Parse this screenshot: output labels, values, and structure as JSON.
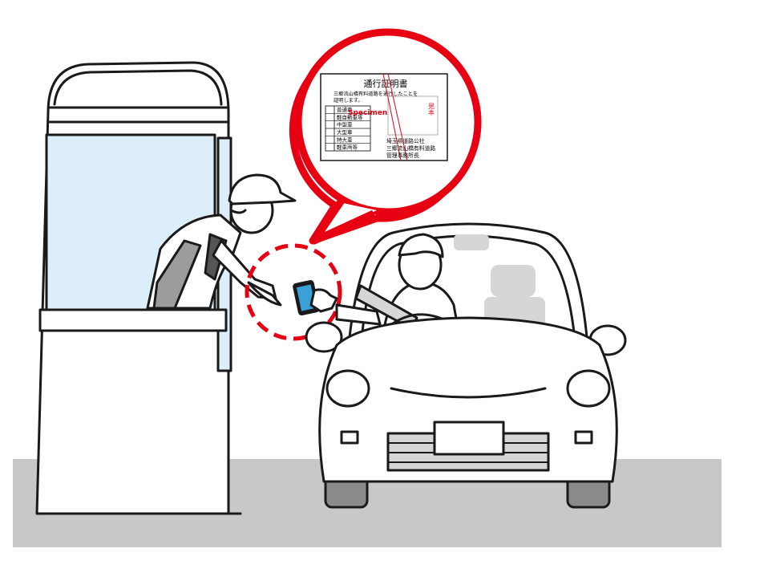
{
  "certificate": {
    "title": "通行証明書",
    "body_line1": "三郷流山橋有料道路を通行したことを",
    "body_line2": "証明します。",
    "vehicle_classes": [
      "普通車",
      "軽自動車等",
      "中型車",
      "大型車",
      "特大車",
      "軽車両等"
    ],
    "issuer_line1": "埼玉県道路公社",
    "issuer_line2": "三郷流山橋有料道路",
    "issuer_line3": "管理事務所長",
    "stamp_text": "見本",
    "specimen_text": "Specimen"
  },
  "colors": {
    "accent_red": "#e60012",
    "road_gray": "#c8c8c8",
    "booth_window": "#dceefa",
    "seat_gray": "#d6d6d6",
    "tire_gray": "#8a8a8a",
    "phone_screen": "#3aa0d8"
  }
}
